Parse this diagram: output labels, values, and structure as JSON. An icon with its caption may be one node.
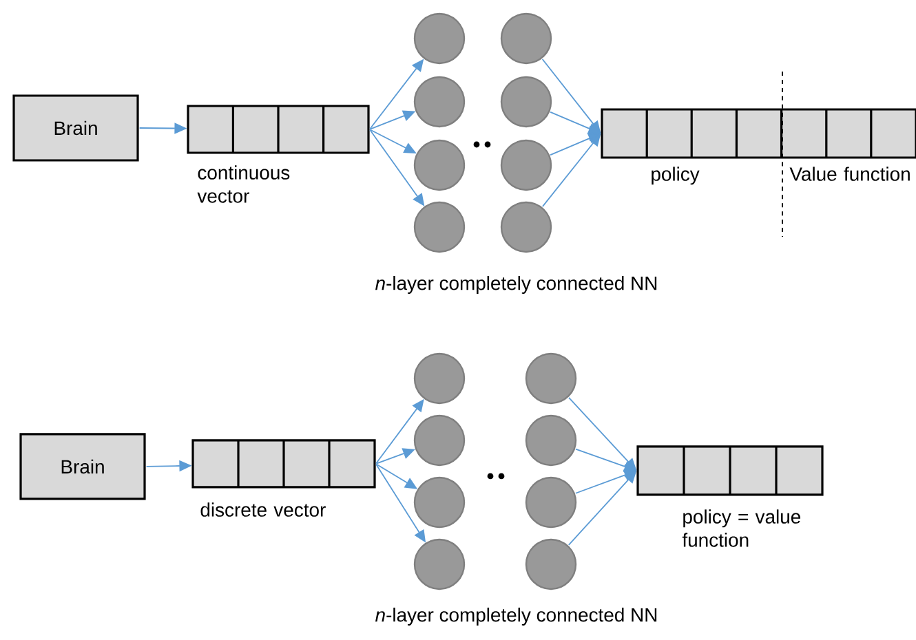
{
  "diagram": {
    "nodes": [
      {
        "text": [
          "Brain"
        ]
      },
      {
        "text": [],
        "shape": "box",
        "beside": [
          "continuous vector"
        ]
      },
      {
        "text": [],
        "shape": "circle"
      },
      {
        "text": [],
        "shape": "circle"
      },
      {
        "text": [],
        "shape": "circle"
      },
      {
        "text": [],
        "shape": "circle"
      },
      {
        "text": [],
        "shape": "circle"
      },
      {
        "text": [],
        "shape": "circle"
      },
      {
        "text": [],
        "shape": "circle"
      },
      {
        "text": [],
        "shape": "circle"
      },
      {
        "text": [],
        "shape": "box",
        "beside": [
          "policy",
          "Value function"
        ]
      },
      {
        "text": [
          "Brain"
        ]
      },
      {
        "text": [],
        "shape": "box",
        "beside": [
          "discrete vector"
        ]
      },
      {
        "text": [],
        "shape": "circle"
      },
      {
        "text": [],
        "shape": "circle"
      },
      {
        "text": [],
        "shape": "circle"
      },
      {
        "text": [],
        "shape": "circle"
      },
      {
        "text": [],
        "shape": "circle"
      },
      {
        "text": [],
        "shape": "circle"
      },
      {
        "text": [],
        "shape": "circle"
      },
      {
        "text": [],
        "shape": "circle"
      },
      {
        "text": [],
        "shape": "box",
        "beside": [
          "policy = value function"
        ]
      }
    ],
    "edges": [
      {
        "from": 0,
        "to": 1,
        "arrow": "to"
      },
      {
        "from": 1,
        "to": 2,
        "arrow": "to"
      },
      {
        "from": 1,
        "to": 3,
        "arrow": "to"
      },
      {
        "from": 1,
        "to": 4,
        "arrow": "to"
      },
      {
        "from": 1,
        "to": 5,
        "arrow": "to"
      },
      {
        "from": 6,
        "to": 10,
        "arrow": "to"
      },
      {
        "from": 7,
        "to": 10,
        "arrow": "to"
      },
      {
        "from": 8,
        "to": 10,
        "arrow": "to"
      },
      {
        "from": 9,
        "to": 10,
        "arrow": "to"
      },
      {
        "from": 11,
        "to": 12,
        "arrow": "to"
      },
      {
        "from": 12,
        "to": 13,
        "arrow": "to"
      },
      {
        "from": 12,
        "to": 14,
        "arrow": "to"
      },
      {
        "from": 12,
        "to": 15,
        "arrow": "to"
      },
      {
        "from": 12,
        "to": 16,
        "arrow": "to"
      },
      {
        "from": 17,
        "to": 21,
        "arrow": "to"
      },
      {
        "from": 18,
        "to": 21,
        "arrow": "to"
      },
      {
        "from": 19,
        "to": 21,
        "arrow": "to"
      },
      {
        "from": 20,
        "to": 21,
        "arrow": "to"
      }
    ],
    "labels": [
      "*n*-layer completely connected NN",
      "*n*-layer completely connected NN"
    ]
  }
}
